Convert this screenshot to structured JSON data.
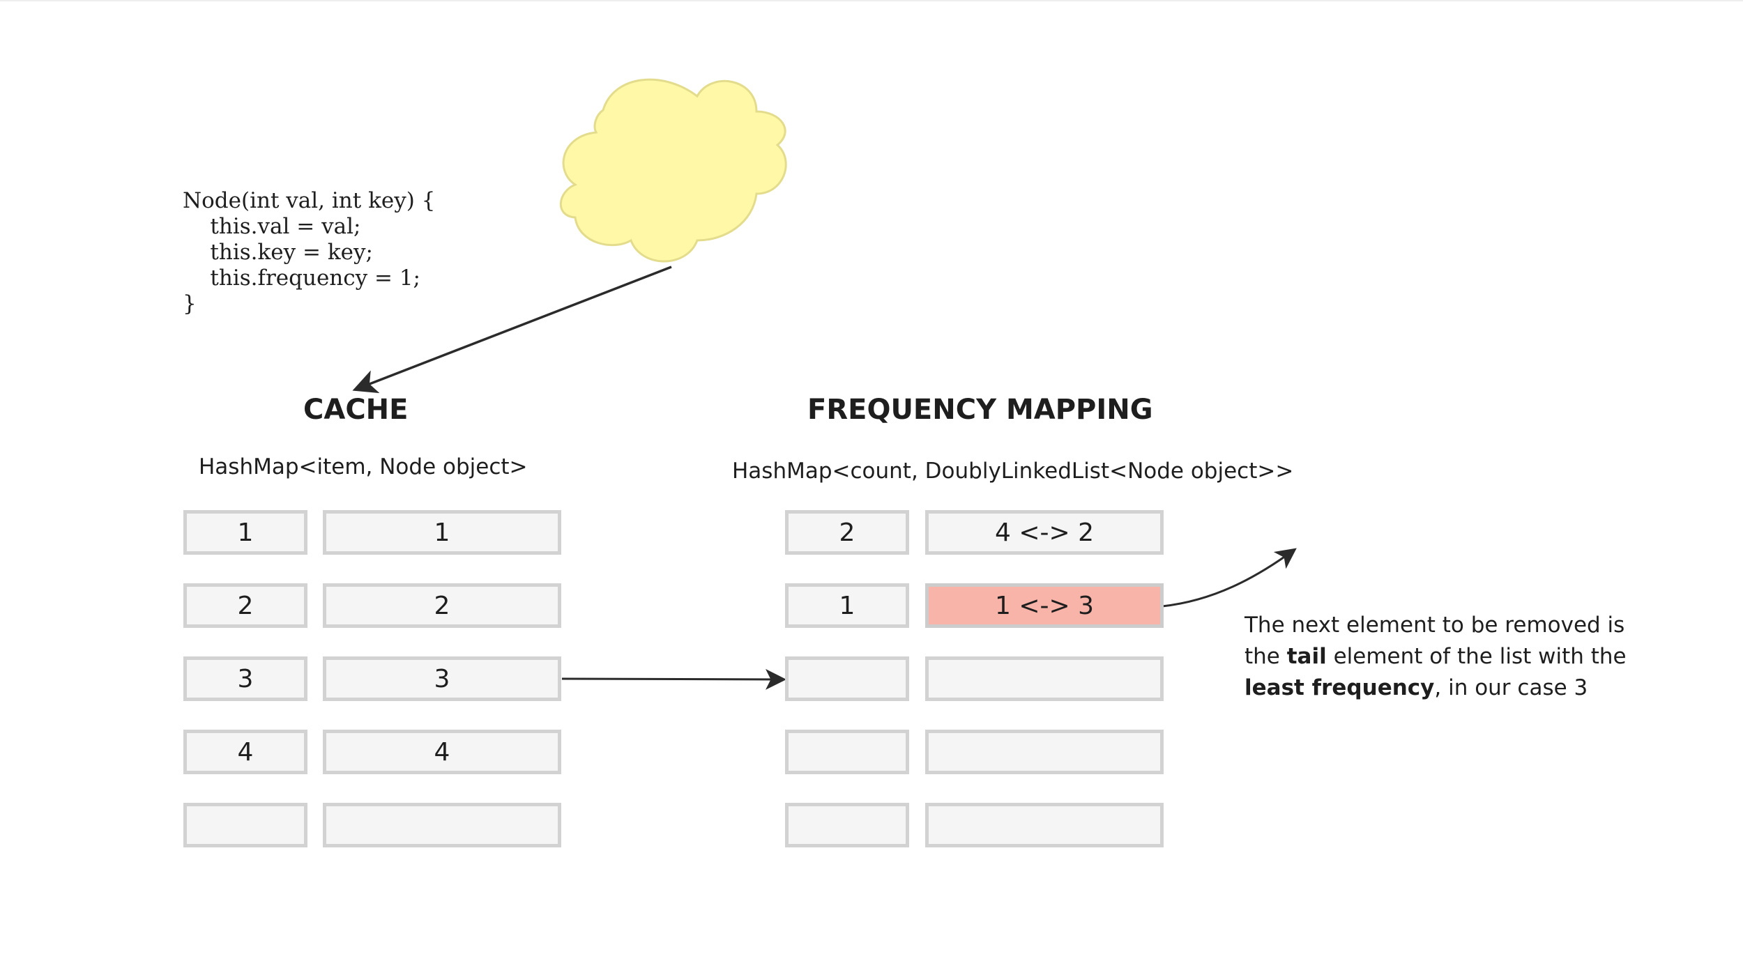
{
  "code_snippet": "Node(int val, int key) {\n    this.val = val;\n    this.key = key;\n    this.frequency = 1;\n}",
  "cache": {
    "title": "CACHE",
    "subtitle": "HashMap<item, Node object>",
    "rows": [
      {
        "key": "1",
        "value": "1"
      },
      {
        "key": "2",
        "value": "2"
      },
      {
        "key": "3",
        "value": "3"
      },
      {
        "key": "4",
        "value": "4"
      },
      {
        "key": "",
        "value": ""
      }
    ]
  },
  "frequency_mapping": {
    "title": "FREQUENCY MAPPING",
    "subtitle": "HashMap<count, DoublyLinkedList<Node object>>",
    "rows": [
      {
        "count": "2",
        "list": "4 <-> 2"
      },
      {
        "count": "1",
        "list": "1 <-> 3"
      },
      {
        "count": "",
        "list": ""
      },
      {
        "count": "",
        "list": ""
      },
      {
        "count": "",
        "list": ""
      }
    ]
  },
  "note": {
    "part1": "The next element to be removed is the ",
    "bold1": "tail",
    "part2": " element of the list with the ",
    "bold2": "least frequency",
    "part3": ", in our case 3"
  },
  "colors": {
    "cloud_fill": "#fff8a6",
    "cloud_stroke": "#e3dc8c",
    "highlight_fill": "#f8b4a8",
    "cell_fill": "#f5f5f5",
    "cell_border": "#d2d2d2",
    "arrow": "#2b2b2b"
  }
}
